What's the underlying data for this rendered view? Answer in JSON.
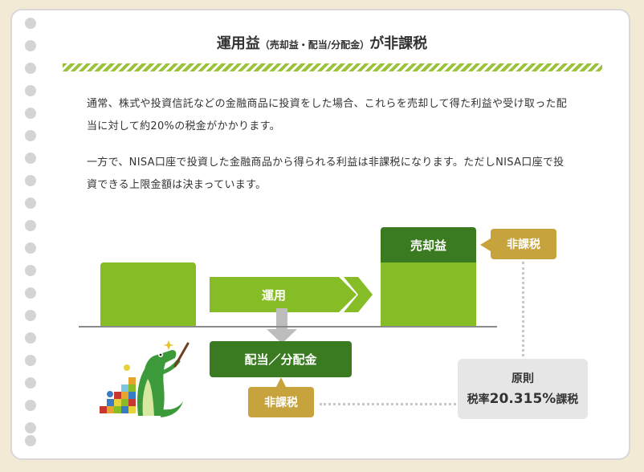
{
  "title": {
    "main": "運用益",
    "sub": "（売却益・配当/分配金）",
    "end": "が非課税"
  },
  "paragraphs": [
    [
      "通常、株式や投資信託などの金融商品に投資をした場合、これらを売却して得た利益や受け取った配",
      "当に対して約20%の税金がかかります。"
    ],
    [
      "一方で、NISA口座で投資した金融商品から得られる利益は非課税になります。ただしNISA口座で投",
      "資できる上限金額は決まっています。"
    ]
  ],
  "diagram": {
    "arrow_label": "運用",
    "profit_label": "売却益",
    "dividend_label": "配当／分配金",
    "tax_free_label": "非課税",
    "gensoku": "原則",
    "tax_rate_prefix": "税率",
    "tax_rate_value": "20.315%",
    "tax_rate_suffix": "課税"
  },
  "colors": {
    "green": "#86bc25",
    "dark_green": "#3a7a20",
    "gold": "#c7a33e",
    "gray": "#e6e6e6"
  },
  "icons": [
    "crocodile-mascot-icon",
    "pointer-stick-icon",
    "sparkle-icon",
    "colorful-staircase-icon"
  ]
}
